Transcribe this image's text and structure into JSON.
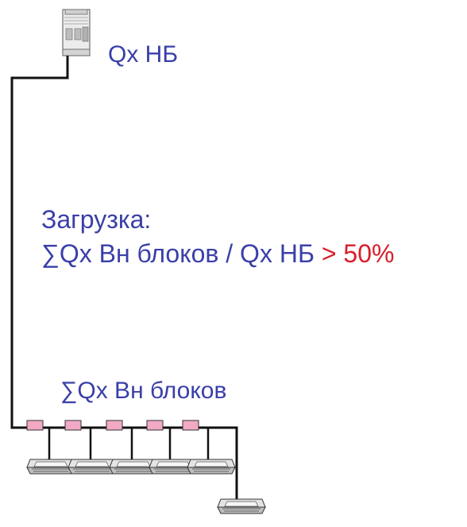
{
  "labels": {
    "outdoor_capacity": "Qx НБ",
    "load_title": "Загрузка:",
    "load_formula": "∑Qx Вн блоков / Qx НБ",
    "load_threshold": "> 50%",
    "indoor_sum": "∑Qx Вн блоков"
  },
  "colors": {
    "label_text": "#3a3fa8",
    "threshold_text": "#d81e2a",
    "pipe": "#111111",
    "branch_joint": "#f2a9c6",
    "unit_gray": "#d8d8d8"
  },
  "indoor_unit_count": 6
}
